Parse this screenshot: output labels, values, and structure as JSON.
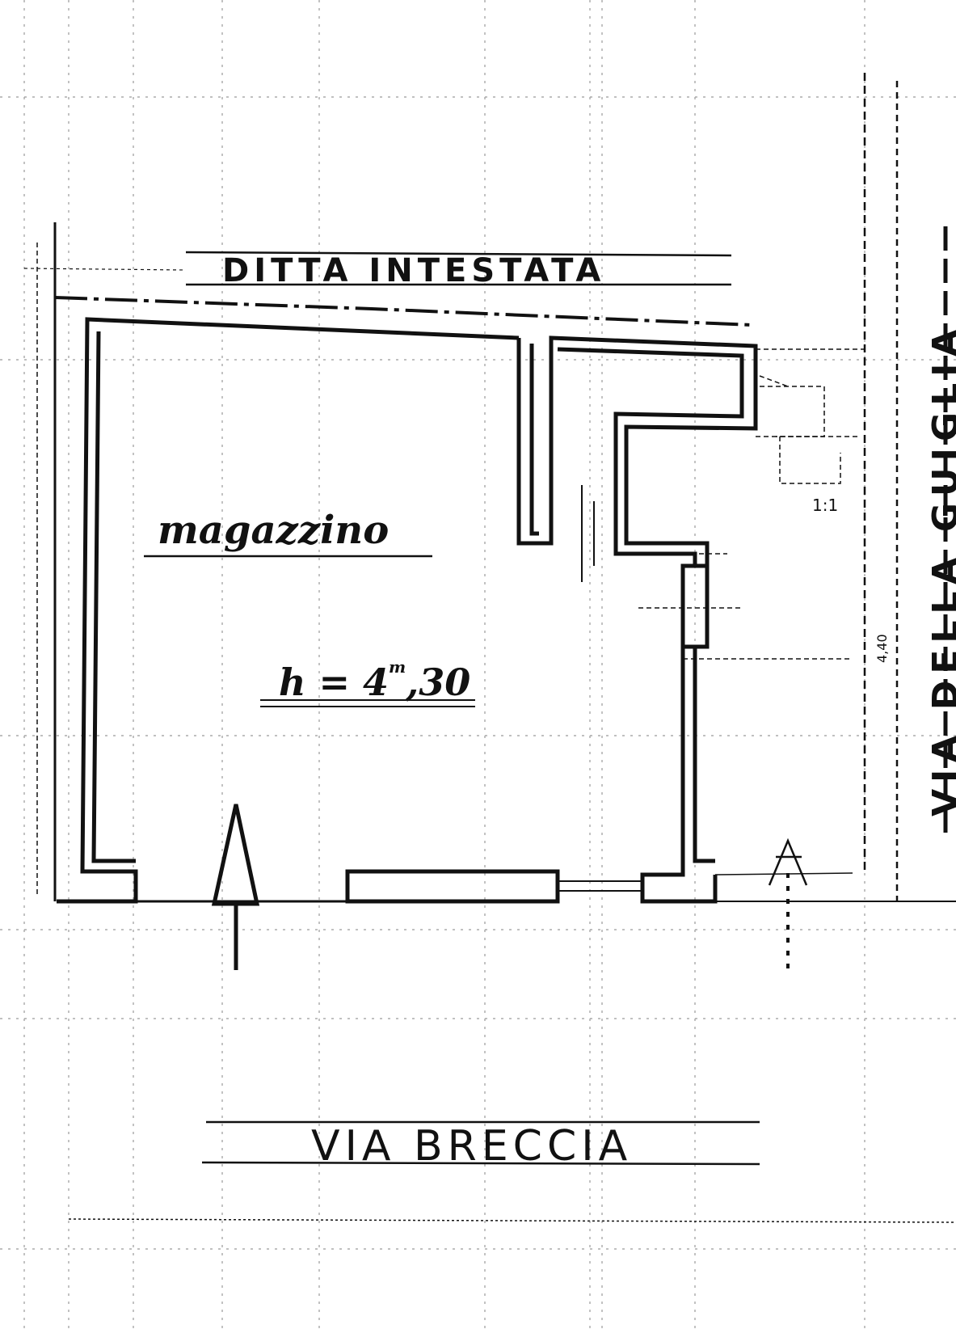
{
  "plan": {
    "top_label": "DITTA INTESTATA",
    "room_name": "magazzino",
    "room_height_prefix": "h = 4",
    "room_height_unit": "m",
    "room_height_suffix": ",30",
    "street_label": "VIA BRECCIA",
    "small_label": "1:1",
    "dimension_label": "4,40",
    "right_street_label": "VIA DELLA GUIGLIA"
  },
  "colors": {
    "ink": "#111111",
    "paper": "#ffffff",
    "grid": "#9a9a9a"
  }
}
